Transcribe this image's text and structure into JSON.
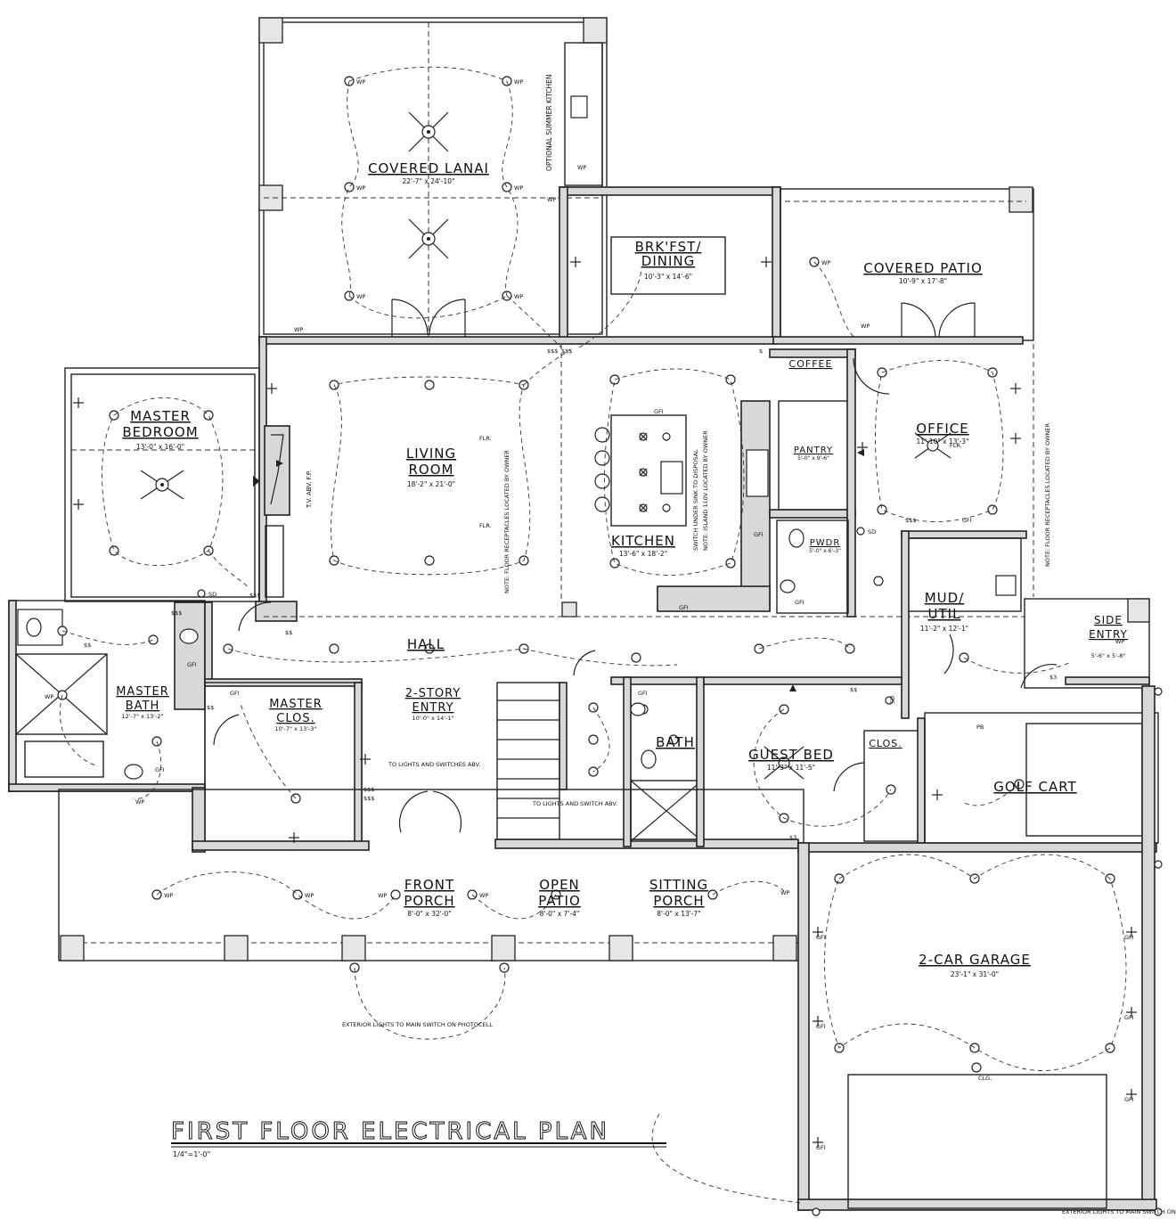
{
  "title": "FIRST FLOOR ELECTRICAL PLAN",
  "scale": "1/4\"=1'-0\"",
  "rooms": {
    "lanai": {
      "name": "COVERED LANAI",
      "dim": "22'-7\" x 24'-10\""
    },
    "breakfast": {
      "name1": "BRK'FST/",
      "name2": "DINING",
      "dim": "10'-3\" x 14'-6\""
    },
    "patio": {
      "name": "COVERED PATIO",
      "dim": "10'-9\" x 17'-8\""
    },
    "master_bed": {
      "name1": "MASTER",
      "name2": "BEDROOM",
      "dim": "13'-0\" x 16'-0\""
    },
    "living": {
      "name1": "LIVING",
      "name2": "ROOM",
      "dim": "18'-2\" x 21'-0\""
    },
    "kitchen": {
      "name": "KITCHEN",
      "dim": "13'-6\" x 18'-2\""
    },
    "coffee": {
      "name": "COFFEE"
    },
    "pantry": {
      "name": "PANTRY",
      "dim": "5'-0\" x 9'-6\""
    },
    "office": {
      "name": "OFFICE",
      "dim": "11'-10\" x 13'-3\""
    },
    "pwdr": {
      "name": "PWDR",
      "dim": "5'-0\" x 6'-3\""
    },
    "mud": {
      "name1": "MUD/",
      "name2": "UTIL",
      "dim": "11'-2\" x 12'-1\""
    },
    "side_entry": {
      "name1": "SIDE",
      "name2": "ENTRY",
      "dim": "5'-6\" x 5'-8\""
    },
    "hall": {
      "name": "HALL"
    },
    "master_bath": {
      "name1": "MASTER",
      "name2": "BATH",
      "dim": "12'-7\" x 13'-2\""
    },
    "master_clos": {
      "name1": "MASTER",
      "name2": "CLOS.",
      "dim": "10'-7\" x 13'-3\""
    },
    "entry": {
      "name1": "2-STORY",
      "name2": "ENTRY",
      "dim": "10'-0\" x 14'-1\""
    },
    "bath": {
      "name": "BATH"
    },
    "guest": {
      "name": "GUEST BED",
      "dim": "11'-3\" x 11'-5\""
    },
    "clos": {
      "name": "CLOS."
    },
    "golf": {
      "name": "GOLF CART"
    },
    "front_porch": {
      "name1": "FRONT",
      "name2": "PORCH",
      "dim": "8'-0\" x 32'-0\""
    },
    "open_patio": {
      "name1": "OPEN",
      "name2": "PATIO",
      "dim": "8'-0\" x 7'-4\""
    },
    "sitting_porch": {
      "name1": "SITTING",
      "name2": "PORCH",
      "dim": "8'-0\" x 13'-7\""
    },
    "garage": {
      "name": "2-CAR GARAGE",
      "dim": "23'-1\" x 31'-0\""
    }
  },
  "notes": {
    "summer_kitchen": "OPTIONAL SUMMER KITCHEN",
    "floor_recept_living": "NOTE: FLOOR RECEPTACLES LOCATED BY OWNER",
    "floor_recept_office": "NOTE: FLOOR RECEPTACLES LOCATED BY OWNER",
    "disposal": "SWITCH UNDER SINK TO DISPOSAL",
    "island": "NOTE: ISLAND 110V LOCATED BY OWNER",
    "tv": "T.V. ABV. F.P.",
    "lights_switches_abv": "TO LIGHTS AND SWITCHES ABV.",
    "lights_switch_abv": "TO LIGHTS AND SWITCH ABV.",
    "photocell": "EXTERIOR LIGHTS TO MAIN SWITCH ON PHOTOCELL",
    "photocell_garage": "EXTERIOR LIGHTS TO MAIN SWITCH ON",
    "clg": "CLG."
  },
  "symbols": {
    "wp": "WP",
    "gfi": "GFI",
    "flr": "FLR.",
    "sd": "SD",
    "sss": "$$$",
    "ss": "$$",
    "s": "$",
    "s3": "$3",
    "pb": "PB"
  }
}
